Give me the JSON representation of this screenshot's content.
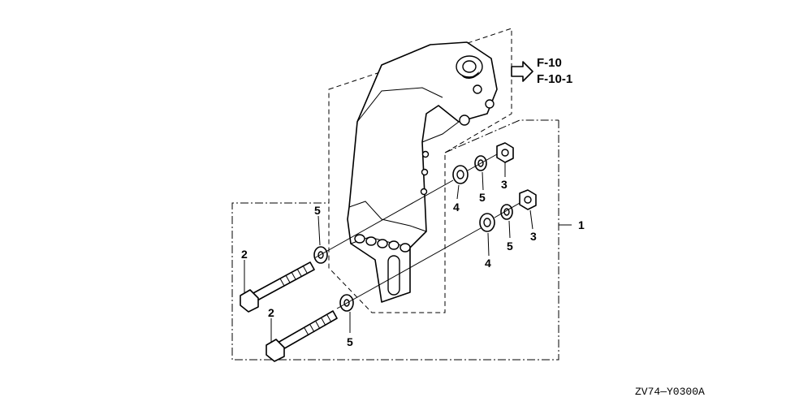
{
  "refs": [
    "F-10",
    "F-10-1"
  ],
  "callouts": {
    "assembly": "1",
    "bolt_upper": "2",
    "bolt_lower": "2",
    "nut_upper": "3",
    "nut_lower": "3",
    "washer_upper": "4",
    "washer_lower": "4",
    "lockwasher_left_upper": "5",
    "lockwasher_left_lower": "5",
    "lockwasher_right_upper": "5",
    "lockwasher_right_lower": "5"
  },
  "drawing_code": "ZV74—Y0300A"
}
